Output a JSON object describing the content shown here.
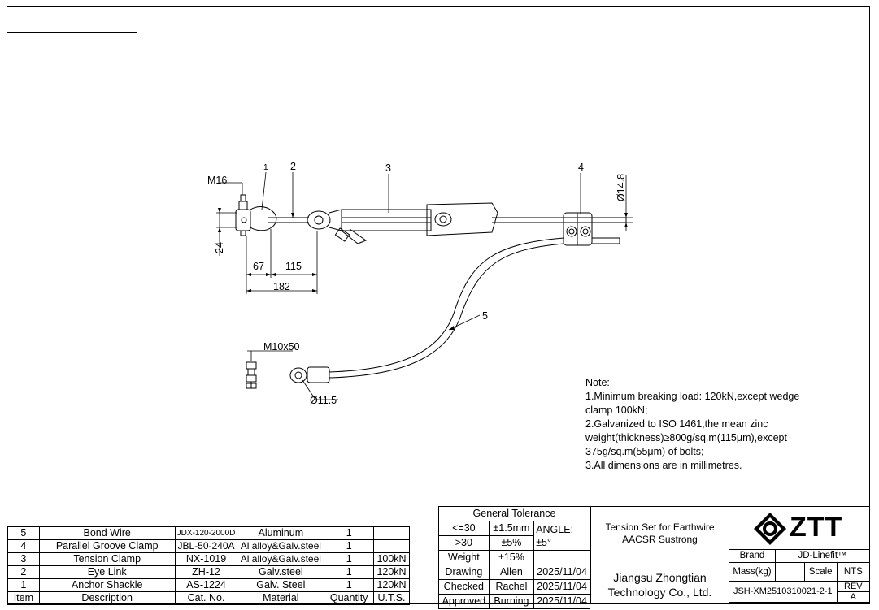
{
  "drawing": {
    "labels": {
      "m16": "M16",
      "dim24": "24",
      "dim67": "67",
      "dim115": "115",
      "dim182": "182",
      "dia148": "Ø14.8",
      "m10x50": "M10x50",
      "dia115": "Ø11.5",
      "item1": "1",
      "item2": "2",
      "item3": "3",
      "item4": "4",
      "item5": "5"
    }
  },
  "note": {
    "title": "Note:",
    "lines": [
      "1.Minimum breaking load: 120kN,except wedge",
      "clamp 100kN;",
      "2.Galvanized to ISO 1461,the mean zinc",
      "weight(thickness)≥800g/sq.m(115μm),except",
      "375g/sq.m(55μm) of bolts;",
      "3.All dimensions are in millimetres."
    ]
  },
  "bom": {
    "headers": [
      "Item",
      "Description",
      "Cat. No.",
      "Material",
      "Quantity",
      "U.T.S."
    ],
    "rows": [
      [
        "5",
        "Bond Wire",
        "JDX-120-2000D",
        "Aluminum",
        "1",
        ""
      ],
      [
        "4",
        "Parallel Groove Clamp",
        "JBL-50-240A",
        "Al alloy&Galv.steel",
        "1",
        ""
      ],
      [
        "3",
        "Tension Clamp",
        "NX-1019",
        "Al alloy&Galv.steel",
        "1",
        "100kN"
      ],
      [
        "2",
        "Eye Link",
        "ZH-12",
        "Galv.steel",
        "1",
        "120kN"
      ],
      [
        "1",
        "Anchor Shackle",
        "AS-1224",
        "Galv. Steel",
        "1",
        "120kN"
      ]
    ]
  },
  "tolerance": {
    "title": "General Tolerance",
    "r1": [
      "<=30",
      "±1.5mm"
    ],
    "r2": [
      ">30",
      "±5%"
    ],
    "angle": "ANGLE:",
    "angle_val": "±5°",
    "r3": [
      "Weight",
      "±15%"
    ],
    "drawing": [
      "Drawing",
      "Allen",
      "2025/11/04"
    ],
    "checked": [
      "Checked",
      "Rachel",
      "2025/11/04"
    ],
    "approved": [
      "Approved",
      "Burning",
      "2025/11/04"
    ]
  },
  "title_block": {
    "title_line1": "Tension Set for Earthwire",
    "title_line2": "AACSR Sustrong",
    "company_line1": "Jiangsu Zhongtian",
    "company_line2": "Technology Co., Ltd.",
    "logo": "ZTT",
    "brand_label": "Brand",
    "brand_value": "JD-Linefit™",
    "mass_label": "Mass(kg)",
    "mass_value": "",
    "scale_label": "Scale",
    "scale_value": "NTS",
    "drawing_no": "JSH-XM2510310021-2-1",
    "rev_label": "REV",
    "rev_value": "A"
  }
}
